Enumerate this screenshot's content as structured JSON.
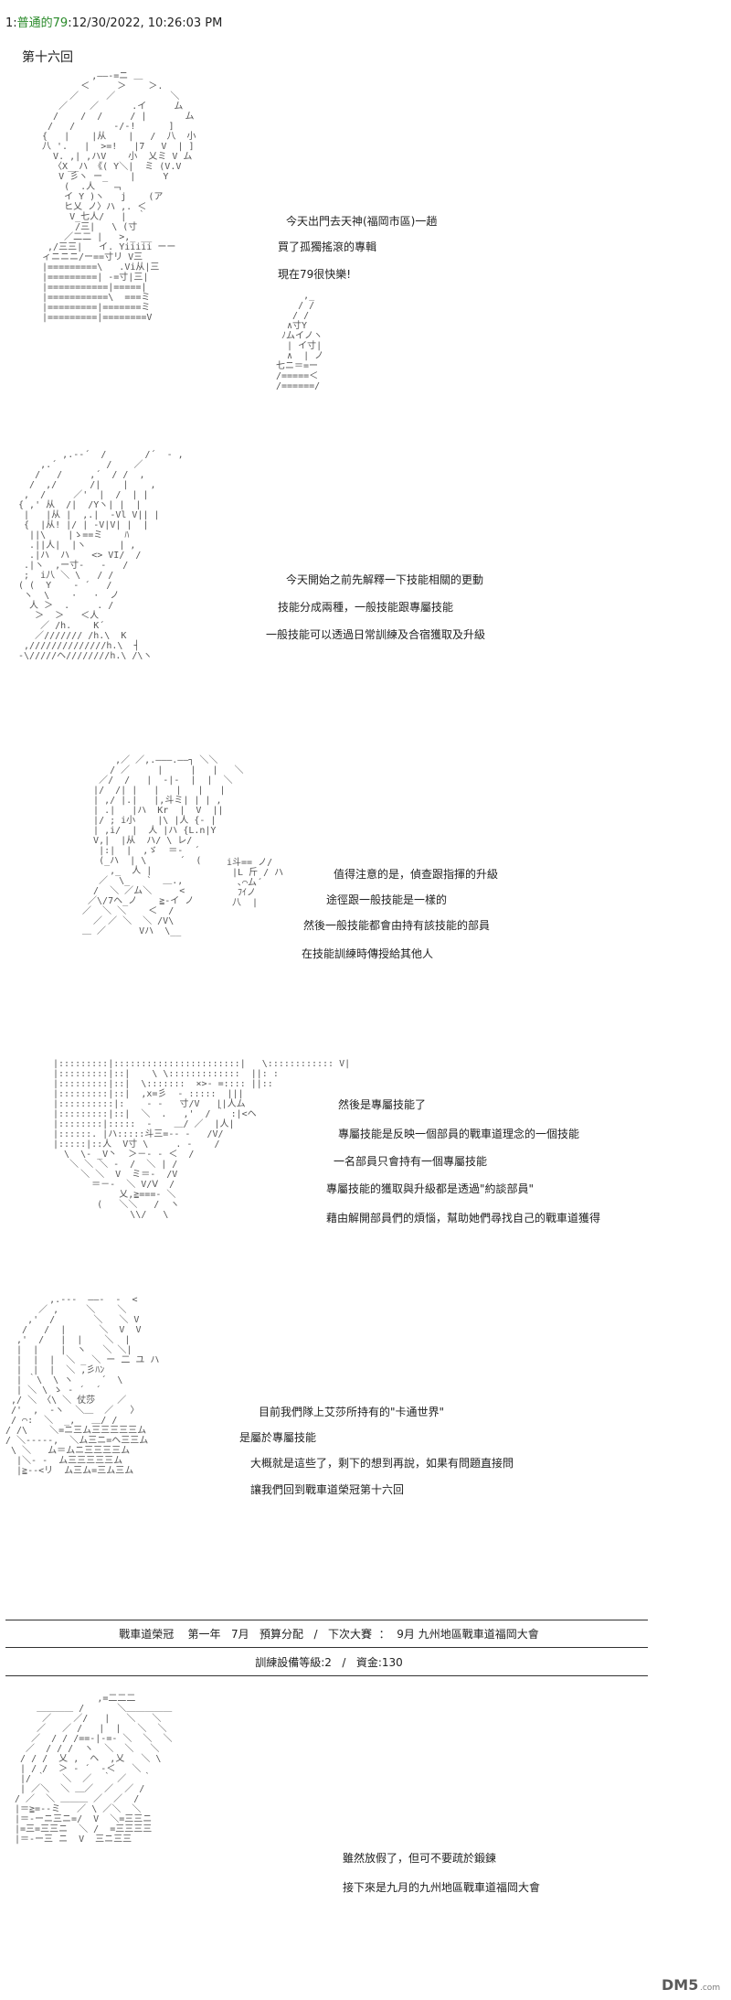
{
  "post": {
    "number": "1:",
    "name": "普通的79",
    "datetime": ":12/30/2022, 10:26:03 PM",
    "chapter": "第十六回"
  },
  "panels": [
    {
      "art": "          ,——‐=ニ ＿\n        ＜     ＞    ＞. \n      ／     ／          ＼\n    ／    ／      .イ     ム\n   /    /  /     / |       ム\n  /   /       ‐/‐!      ]\n {   |    |从    |   /  八  小\n 八 '.   |  >=!   |7   V  | ]\n   V. ,| ,ハV    小  乂ミ V ム\n   〈X__ハ 《( Y＼|  ミ (V.V\n    V 彡ヽ ー_    |     Y\n     (  .人   ﹁\n     イ Y )ヽ   j    (ア\n     ヒ乂 ノ〉ハ ,. ＜\n      V_七人/   |  ｀\n       /三|   \\ (寸\n     ／二二 |   >,_ __\n  ,/三三|   イ. Yiiiii ーー\n ィニニニ/ー==寸リ V三\n |=========\\   .Vi从|三\n |=========| ‐=寸|三|\n |===========|=====|\n |===========\\  ===ミ\n |=========|=======ミ\n |=========|========V",
      "side": "     ,_\n    / /\n   / /\n  ∧寸Y\n ﾉムイノヽ\n  | イ寸|\n  ∧  | ノ\n七ニ＝=ー\n/=====＜\n/======/",
      "lines": [
        "今天出門去天神(福岡市區)一趟",
        "買了孤獨搖滾的專輯",
        "現在79很快樂!"
      ]
    },
    {
      "art": "         ,.-‐´  /       /´  ‐ ,\n     ,.´         /    ／\n    /   /     ,´  / /  ,\n   /  ,/      /|    |    ,\n  ,  /     ／'  |  /  | |\n { ,' 从  /|  /Yヽ| |  |\n  |   |从 |  ,.|  ‐Vl V|| |\n  {  |从! |/ | ‐V|V| |  |\n   ||\\    |ゝ==ミ    ﾊ\n   .||人|  |ヽ      | ,\n   .|ハ  ハ    <> VI/  / \n  .|ヽ  ,ー寸‐   ‐   / \n  ;  i八 ＼ \\   / /\n ( (  Y    ‐ ´   /\n  ヽ  \\    ·   ·  ノ\n   人 ＞  .     . /\n    ＞  ＞   ＜人\n     ／ /h.    K´\n    ／/////// /h.\\  K\n  ,//////////////h.\\  ┤\n ‐\\/////ヘ////////h.\\ /\\ヽ\n",
      "lines": [
        "今天開始之前先解釋一下技能相關的更動",
        "技能分成兩種，一般技能跟專屬技能",
        "一般技能可以透過日常訓練及合宿獲取及升級"
      ]
    },
    {
      "art": "       ,／ ／,.―――.――┐ ＼＼\n      / ／     |     |   |   ＼\n    ／/  /   |  ‐|‐  |  |  ＼\n   |/  /| |   |   |   |   |\n   | ,/ |.|   |,斗ミ| | | ,\n   | .|   |ハ  Kr  |  V  ||\n   |/ ; i小    |\\ |人 {‐ |\n   | ,i/  |  人 |ハ {L.n|Y\n   V,|  |从  ハ/ \\ レ/ \n    |:|  |  ,ゞ  ＝‐  ´\n    (_ハ  | \\      ´  (\n      ,_  人 |  \n    ／  \\_   `  ＿.,\n   /  ＼ ／ム＼     <\n  ／\\/7ヘ_ノ    ≧‐イ ノ\n ／  ＼ ＼    ＜  /\n   ／ ／ ＼  ＼ /V\\\n ＿ ／      Vハ  \\__\n",
      "side": "i斗== ノ/\n |L 斤 / ハ\n  ､⌒ム´\n  ﾌｲノ\n 八  |",
      "lines": [
        "值得注意的是，偵查跟指揮的升級",
        "途徑跟一般技能是一樣的",
        "然後一般技能都會由持有該技能的部員",
        "在技能訓練時傳授給其他人"
      ]
    },
    {
      "art": "|:::::::::|:::::::::::::::::::::::|   \\:::::::::::: V|\n|:::::::::|::|    \\ \\:::::::::::::  ||: :\n|:::::::::|::|  \\:::::::  ×>‐ =:::: ||::\n|:::::::::|::|  ,x=彡  ‐ :::::  |||\n|::::::::::|:    ‐ ‐   寸/V   ||人ム\n|:::::::::|::|  ＼  .   ,'  / ｀ :|<ヘ\n|::::::::|:::::  ‐    ＿/ ／  |人|\n|::::::. |ハ:::::斗三=-- ‐   /V/\n|:::::|::人  V寸 \\     . ‐    /\n  \\  \\‐ _V丶  ＞－- ‐ ＜  /\n   ＼ ＼ ＼ ‐  /  ＼ | /\n     ＼ ＼  V  ミ＝-  /V\n       ＝－-  ＼ V/Ⅴ  /\n            乂,≧===- ＼\n        (   ＼＼   /  ヽ\n              \\\\/   \\\n",
      "lines": [
        "然後是專屬技能了",
        "專屬技能是反映一個部員的戰車道理念的一個技能",
        "一名部員只會持有一個專屬技能",
        "專屬技能的獲取與升級都是透過\"約談部員\"",
        "藉由解開部員們的煩惱，幫助她們尋找自己的戰車道獲得"
      ]
    },
    {
      "art": "        ,.--‐  ――‐  ‐  <\n      ／ ,     ＼    ＼\n    ,'  /       ＼   ＼ V\n   /   /  |      ＼  V  V\n  ,'  /   |  |    ＼  |\n  |  |    |  ヽ   ＼ ＼|\n  |  |  |  ＼ _ ＼ ー 二 ユ ハ\n  |  |  |  ＼ ,彡ﾊﾝ\n  | ｀\\  \\ ヽ     ´  \\\n  | ＼ \\ ゝ ‐ ´  ´   \n ,/ ＼ 〈\\ ＼ 仗莎    ／ \n /'  ,  ‐ヽ  ＼＿  ／   〉\n / ⌒:  ＼  _,   ＿/ /\n/ /\\    ＼=ニ三ム三三三三三ム\n/ ＼-‐---,  ＼ム三ニ=ヘ三三ム\n \\ ＼   ム＝ムニ三三三三ム\n  |＼‐ ‐  ム三三三三三ム\n  |≧‐‐<リ  ム三ム=三ム三ム\n",
      "lines": [
        "目前我們隊上艾莎所持有的\"卡通世界\"",
        "是屬於專屬技能",
        "大概就是這些了，剩下的想到再說，如果有問題直接問",
        "讓我們回到戰車道榮冠第十六回"
      ]
    },
    {
      "art": "                ,=二二二\n     ＿＿＿＿ /      ＼＿＿＿＿＿\n      ／    ／/   |   ＼   ＼\n     ／   ／ /   |  |   ＼  ＼\n    ／  / / /==‐|‐=‐ ＼  ＼  ＼\n   ／  / / /  ヽ  ＼  ＼   ＼\n  / / /  乂 ,  ヘ  ,乂   ＼ \\\n  | / /  ＞ ‐ ´  ‐＜   ＼\n  |/ ｀   ＼  ／  ｀ ／   ｀\n  | ／＼  ＼ ＿／  ／  ／ /\n / ／  ＼ ＿＿＿ ／  ／  /\n |＝≧=--ミ   ／ \\ ／＼  ＼\n |＝-ーニ三ニ=/  V  ＼=三三ニ\n |=三=三三ニ  ＼ /  =三三三三\n |＝-ー三 ニ  V  三ニ三三\n",
      "lines": [
        "雖然放假了，但可不要疏於鍛鍊",
        "接下來是九月的九州地區戰車道福岡大會"
      ]
    }
  ],
  "status_bar": {
    "line1": "戰車道榮冠    第一年   7月   預算分配   /   下次大賽  ：  9月 九州地區戰車道福岡大會",
    "line2": "訓練設備等級:2   /   資金:130"
  },
  "colors": {
    "username": "#2a8a2a",
    "text": "#222222",
    "art": "#555555"
  },
  "watermark": {
    "text": "DM5",
    "domain": ".com"
  }
}
